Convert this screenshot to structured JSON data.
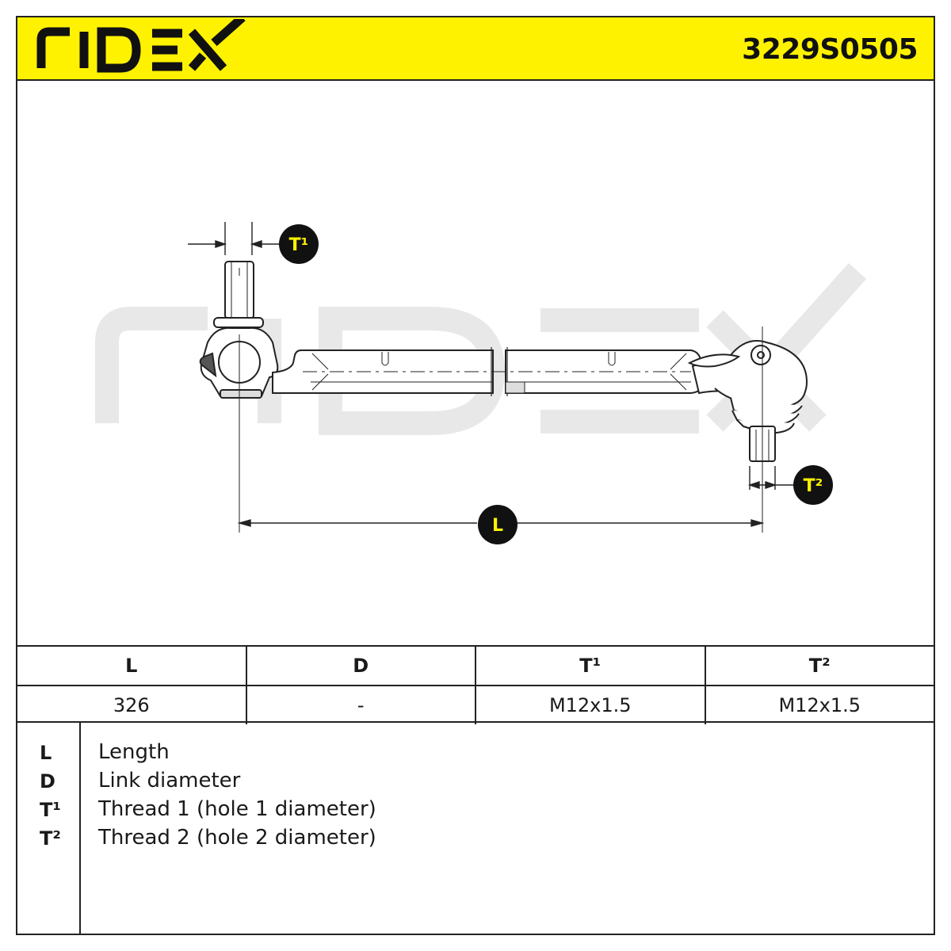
{
  "header": {
    "brand": "RIDEX",
    "part_number": "3229S0505",
    "background_color": "#fff200"
  },
  "drawing": {
    "watermark": "RIDEX",
    "callouts": {
      "t1": "T¹",
      "t2": "T²",
      "l": "L"
    }
  },
  "specs": {
    "headers": [
      "L",
      "D",
      "T¹",
      "T²"
    ],
    "values": [
      "326",
      "-",
      "M12x1.5",
      "M12x1.5"
    ]
  },
  "legend": [
    {
      "key": "L",
      "text": "Length"
    },
    {
      "key": "D",
      "text": "Link diameter"
    },
    {
      "key": "T¹",
      "text": "Thread 1 (hole 1 diameter)"
    },
    {
      "key": "T²",
      "text": "Thread 2 (hole 2 diameter)"
    }
  ]
}
